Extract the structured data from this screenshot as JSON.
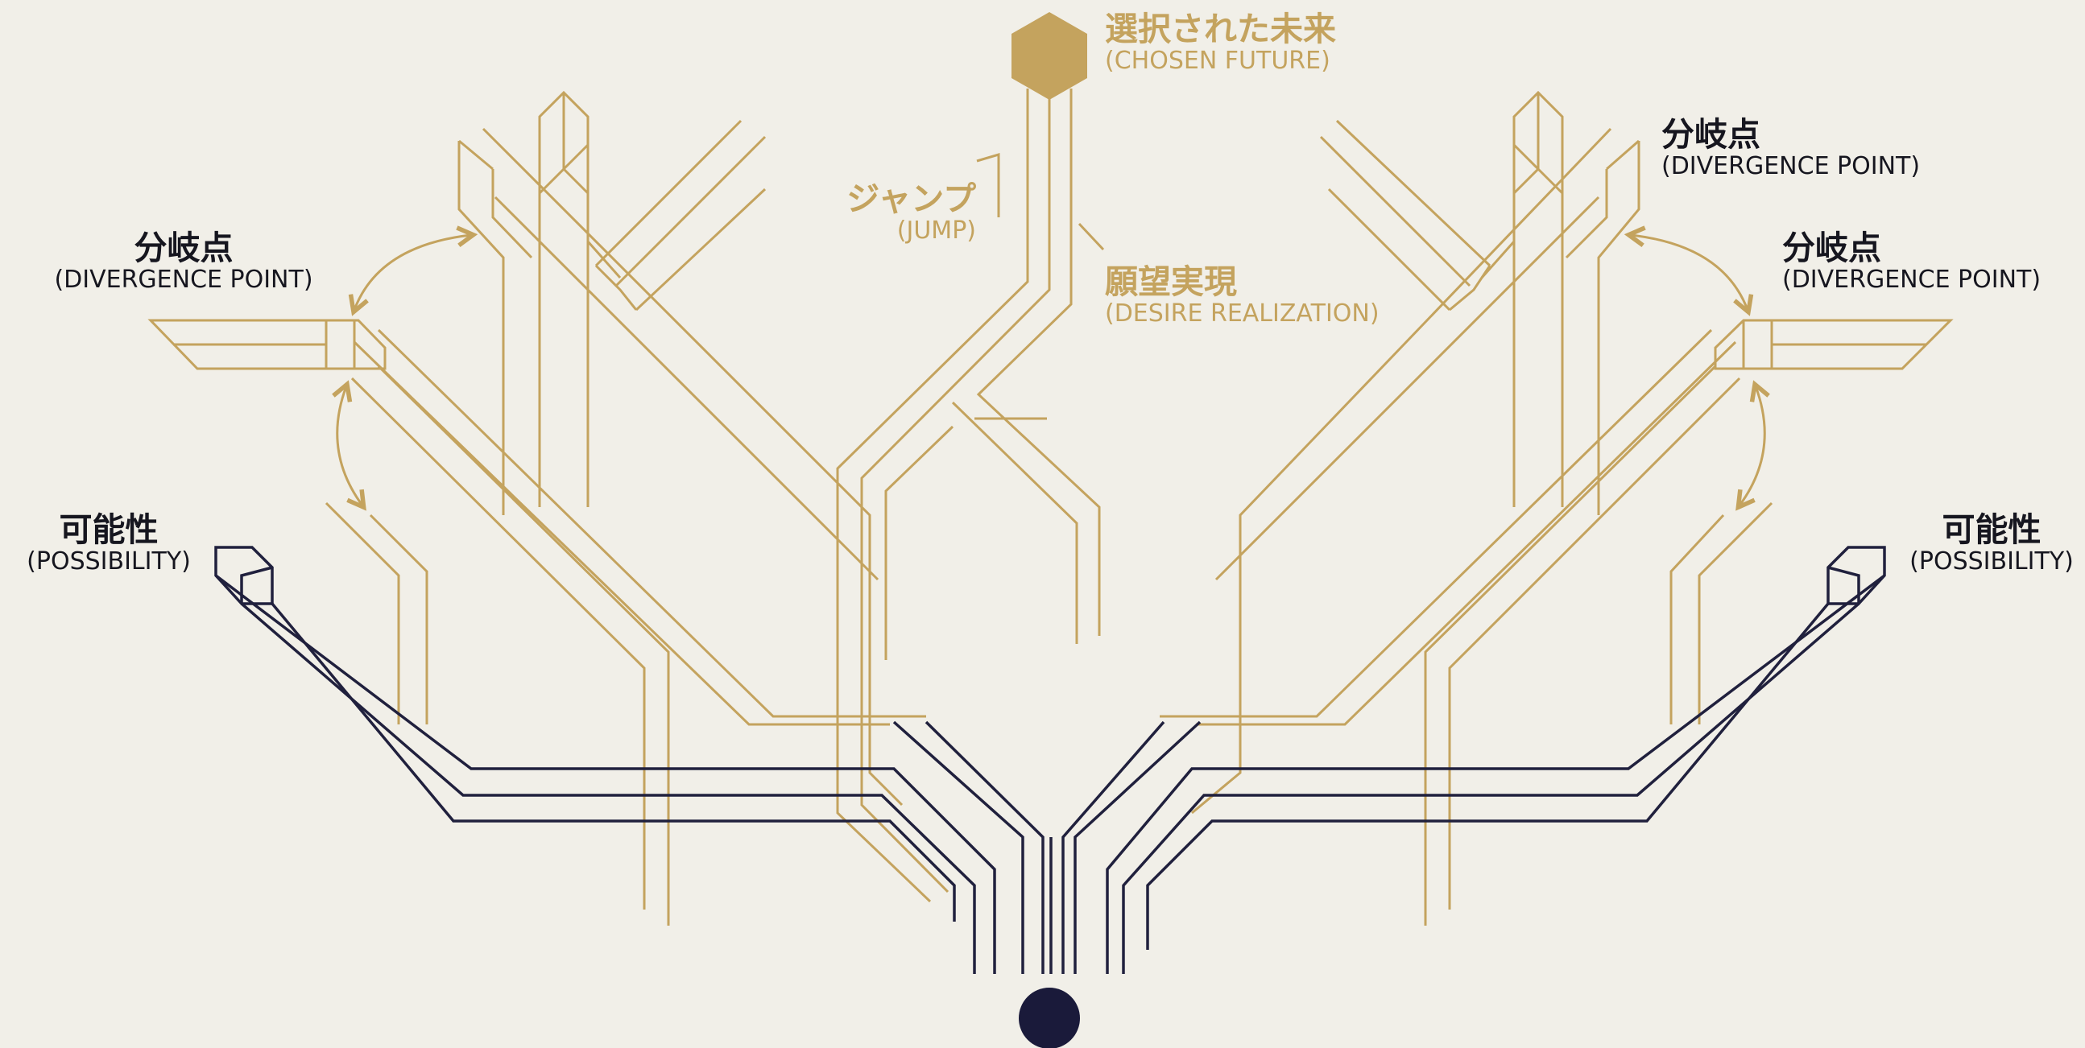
{
  "colors": {
    "background": "#f1efe8",
    "gold": "#c4a35e",
    "navy": "#20203d",
    "text_dark": "#16161f"
  },
  "labels": {
    "chosen_future": {
      "jp": "選択された未来",
      "en": "(CHOSEN FUTURE)"
    },
    "jump": {
      "jp": "ジャンプ",
      "en": "(JUMP)"
    },
    "desire_realization": {
      "jp": "願望実現",
      "en": "(DESIRE REALIZATION)"
    },
    "divergence_left": {
      "jp": "分岐点",
      "en": "(DIVERGENCE POINT)"
    },
    "divergence_right_top": {
      "jp": "分岐点",
      "en": "(DIVERGENCE POINT)"
    },
    "divergence_right": {
      "jp": "分岐点",
      "en": "(DIVERGENCE POINT)"
    },
    "possibility_left": {
      "jp": "可能性",
      "en": "(POSSIBILITY)"
    },
    "possibility_right": {
      "jp": "可能性",
      "en": "(POSSIBILITY)"
    }
  }
}
